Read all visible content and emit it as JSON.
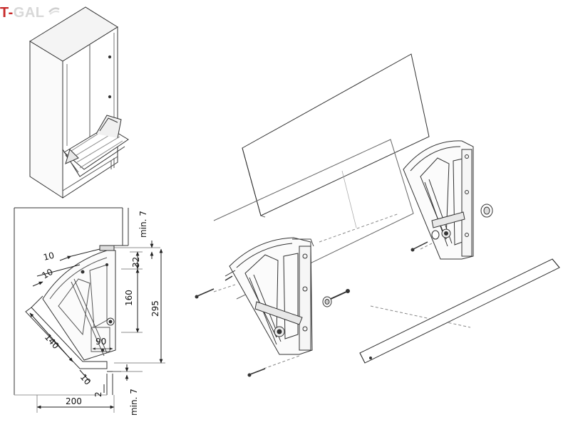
{
  "logo": {
    "prefix": "T-",
    "suffix": "GAL"
  },
  "dimensions": {
    "d_min7_top": "min. 7",
    "d_32": "32",
    "d_160": "160",
    "d_295": "295",
    "d_10_a": "10",
    "d_10_b": "10",
    "d_140": "140",
    "d_90": "90",
    "d_10_c": "10",
    "d_2": "2",
    "d_200": "200",
    "d_min7_bottom": "min. 7"
  }
}
